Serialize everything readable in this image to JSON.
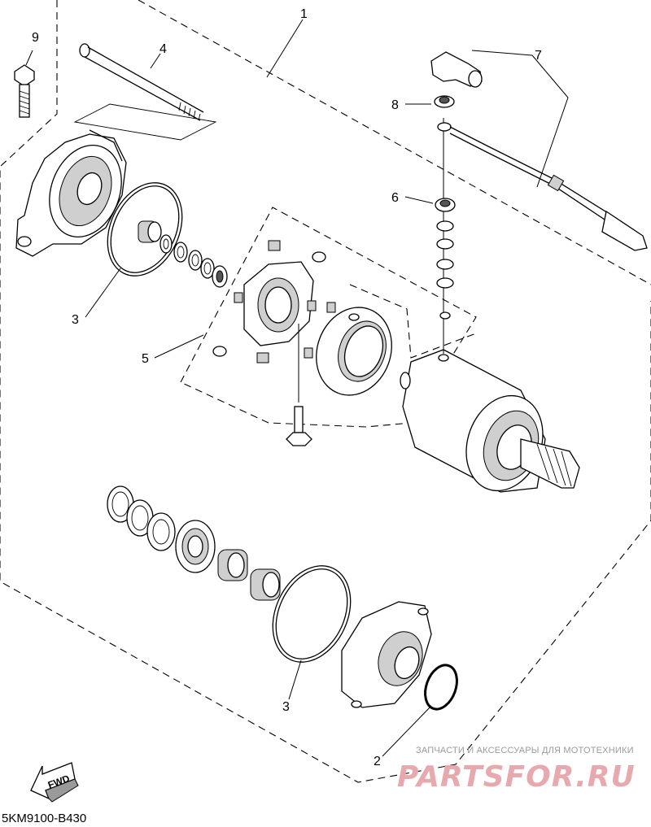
{
  "diagram": {
    "drawing_code": "5KM9100-B430",
    "direction_marker": "FWD",
    "watermark": {
      "subtitle": "ЗАПЧАСТИ И АКСЕССУАРЫ ДЛЯ МОТОТЕХНИКИ",
      "logo": "PARTSFOR.RU"
    },
    "callouts": [
      {
        "ref": "1"
      },
      {
        "ref": "2"
      },
      {
        "ref": "3"
      },
      {
        "ref": "3"
      },
      {
        "ref": "4"
      },
      {
        "ref": "5"
      },
      {
        "ref": "6"
      },
      {
        "ref": "7"
      },
      {
        "ref": "8"
      },
      {
        "ref": "9"
      }
    ]
  }
}
